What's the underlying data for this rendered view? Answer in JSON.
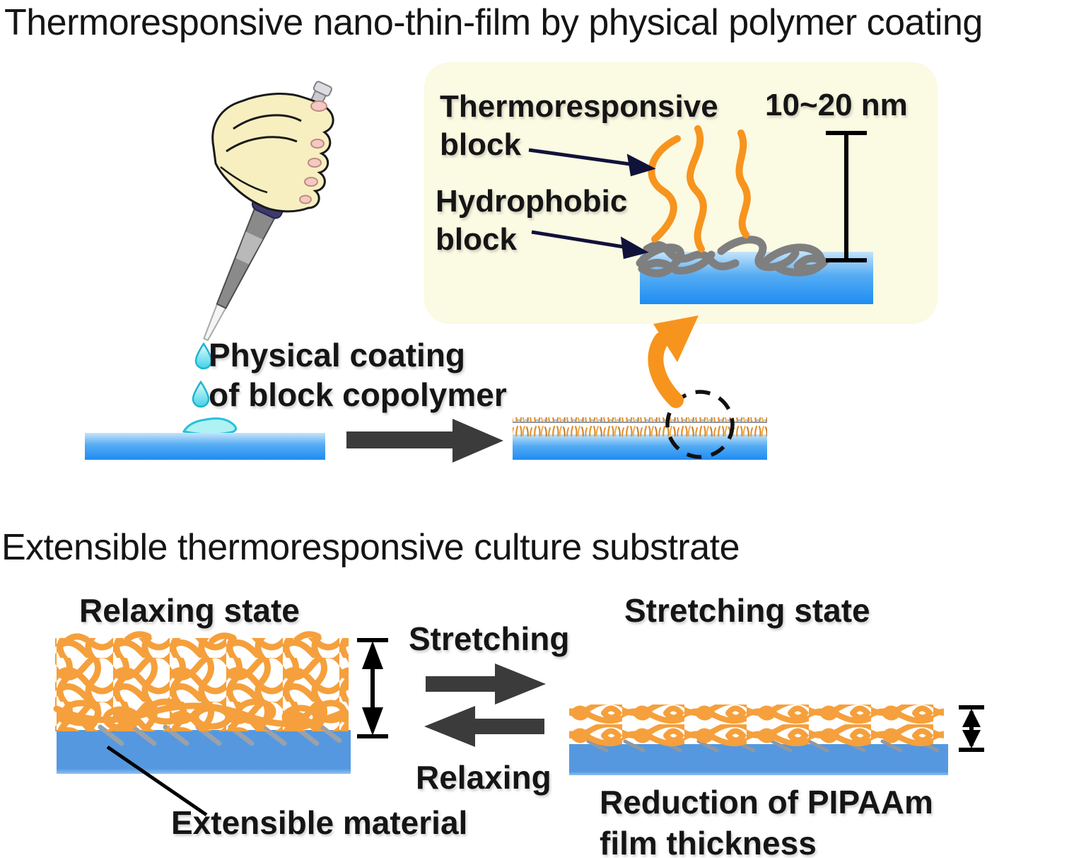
{
  "figure": {
    "top_section": {
      "title": "Thermoresponsive nano-thin-film by physical polymer coating",
      "callout": {
        "thermoresponsive_label": "Thermoresponsive\nblock",
        "hydrophobic_label": "Hydrophobic\nblock",
        "thickness_label": "10~20 nm"
      },
      "process_label": "Physical coating\nof block copolymer"
    },
    "bottom_section": {
      "title": "Extensible thermoresponsive culture substrate",
      "left_state_label": "Relaxing state",
      "right_state_label": "Stretching state",
      "forward_arrow_label": "Stretching",
      "backward_arrow_label": "Relaxing",
      "material_label": "Extensible material",
      "result_label": "Reduction of PIPAAm\nfilm thickness"
    }
  },
  "colors": {
    "polymer_orange": "#F7941E",
    "mesh_orange": "#F5A03C",
    "substrate_gradient_top": "#BFE2FB",
    "substrate_gradient_bottom": "#1E8CF2",
    "flat_substrate_blue": "#5598DF",
    "callout_background": "#FBFAE2",
    "process_arrow_gray": "#3B3B3B",
    "hydrophobic_chain_gray": "#7F7F7F",
    "droplet_cyan": "#49D0E6",
    "text_black": "#151515"
  }
}
